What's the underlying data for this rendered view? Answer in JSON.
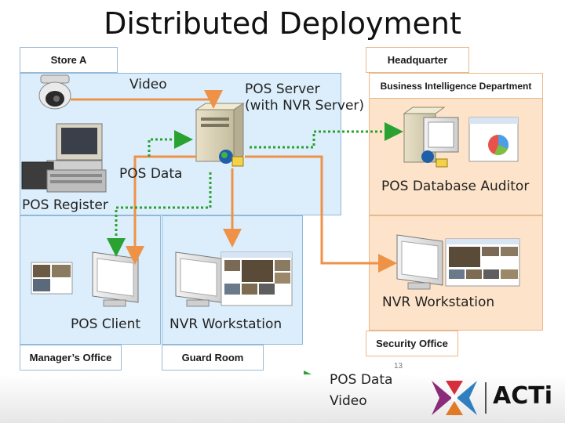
{
  "title": "Distributed Deployment",
  "tabs": {
    "store_a": "Store A",
    "headquarter": "Headquarter",
    "business_intelligence": "Business Intelligence Department",
    "managers_office": "Manager’s Office",
    "guard_room": "Guard Room",
    "security_office": "Security Office"
  },
  "labels": {
    "video": "Video",
    "pos_server_line1": "POS Server",
    "pos_server_line2": "(with NVR Server)",
    "pos_data": "POS Data",
    "pos_register": "POS Register",
    "pos_database_auditor": "POS Database Auditor",
    "pos_client": "POS Client",
    "nvr_workstation_guard": "NVR Workstation",
    "nvr_workstation_security": "NVR Workstation"
  },
  "legend": {
    "pos_data": "POS Data",
    "video": "Video"
  },
  "page_number": "13",
  "logo_text": "ACTi",
  "colors": {
    "pos_data_line": "#2aa232",
    "video_line": "#ee9247",
    "store_zone": "#dceefb",
    "hq_zone": "#fde3c9"
  }
}
